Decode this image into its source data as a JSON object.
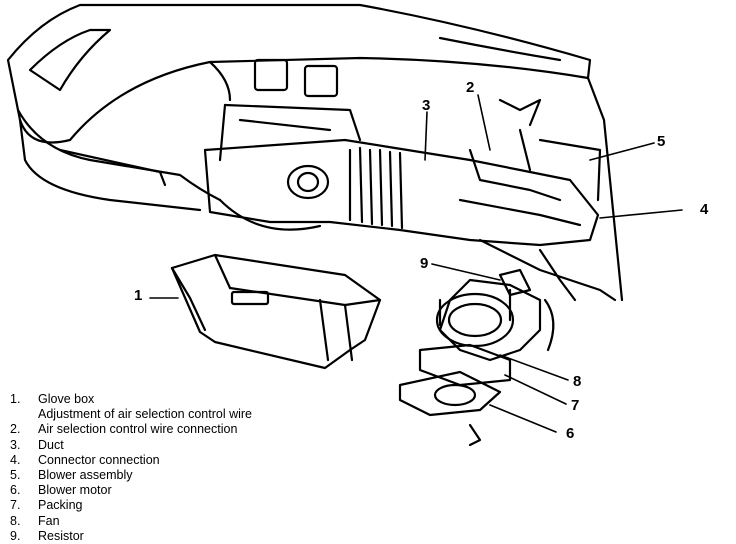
{
  "diagram": {
    "callouts": {
      "c1": "1",
      "c2": "2",
      "c3": "3",
      "c4": "4",
      "c5": "5",
      "c6": "6",
      "c7": "7",
      "c8": "8",
      "c9": "9"
    },
    "legend": [
      {
        "num": "1.",
        "text": "Glove box"
      },
      {
        "num": "",
        "text": "Adjustment of air selection control wire"
      },
      {
        "num": "2.",
        "text": "Air selection control wire connection"
      },
      {
        "num": "3.",
        "text": "Duct"
      },
      {
        "num": "4.",
        "text": "Connector connection"
      },
      {
        "num": "5.",
        "text": "Blower assembly"
      },
      {
        "num": "6.",
        "text": "Blower motor"
      },
      {
        "num": "7.",
        "text": "Packing"
      },
      {
        "num": "8.",
        "text": "Fan"
      },
      {
        "num": "9.",
        "text": "Resistor"
      }
    ]
  }
}
